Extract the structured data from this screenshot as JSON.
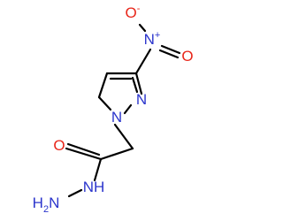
{
  "molecule": {
    "atoms": {
      "o_minus": {
        "symbol": "O",
        "charge": "-",
        "color": "#e8261a"
      },
      "n_nitro": {
        "symbol": "N",
        "charge": "+",
        "color": "#2b35cc"
      },
      "o_nitro": {
        "symbol": "O",
        "color": "#e8261a"
      },
      "n_ring_2": {
        "symbol": "N",
        "color": "#2b35cc"
      },
      "n_ring_1": {
        "symbol": "N",
        "color": "#2b35cc"
      },
      "o_carbonyl": {
        "symbol": "O",
        "color": "#e8261a"
      },
      "nh": {
        "symbol": "N",
        "h": "H",
        "color": "#2b35cc"
      },
      "nh2": {
        "h": "H",
        "sub": "2",
        "symbol": "N",
        "color": "#2b35cc"
      }
    }
  }
}
